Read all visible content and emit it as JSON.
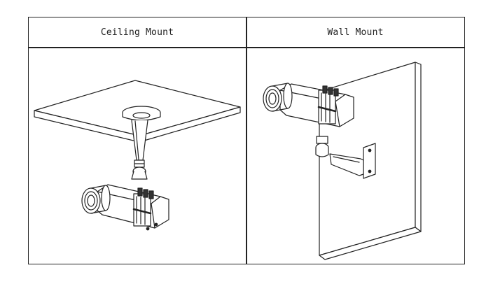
{
  "table": {
    "headers": [
      "Ceiling Mount",
      "Wall Mount"
    ]
  },
  "illustrations": [
    {
      "caption_ref": "Ceiling Mount",
      "icon": "ceiling-mounted-camera-illustration"
    },
    {
      "caption_ref": "Wall Mount",
      "icon": "wall-mounted-camera-illustration"
    }
  ]
}
